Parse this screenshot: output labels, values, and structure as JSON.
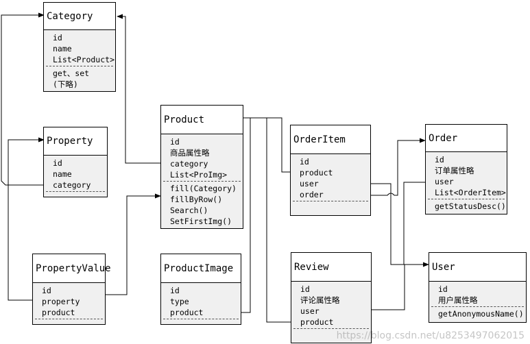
{
  "classes": {
    "category": {
      "name": "Category",
      "fields": [
        "id",
        "name",
        "List<Product>"
      ],
      "methods": [
        "get、set",
        "(下略)"
      ]
    },
    "property": {
      "name": "Property",
      "fields": [
        "id",
        "name",
        "category"
      ],
      "methods": []
    },
    "property_value": {
      "name": "PropertyValue",
      "fields": [
        "id",
        "property",
        "product"
      ],
      "methods": []
    },
    "product": {
      "name": "Product",
      "fields": [
        "id",
        "商品属性略",
        "category",
        "List<ProImg>"
      ],
      "methods": [
        "fill(Category)",
        "fillByRow()",
        "Search()",
        "SetFirstImg()"
      ]
    },
    "product_image": {
      "name": "ProductImage",
      "fields": [
        "id",
        "type",
        "product"
      ],
      "methods": []
    },
    "order_item": {
      "name": "OrderItem",
      "fields": [
        "id",
        "product",
        "user",
        "order"
      ],
      "methods": []
    },
    "review": {
      "name": "Review",
      "fields": [
        "id",
        "评论属性略",
        "user",
        "product"
      ],
      "methods": []
    },
    "order": {
      "name": "Order",
      "fields": [
        "id",
        "订单属性略",
        "user",
        "List<OrderItem>"
      ],
      "methods": [
        "getStatusDesc()"
      ]
    },
    "user": {
      "name": "User",
      "fields": [
        "id",
        "用户属性略"
      ],
      "methods": [
        "getAnonymousName()"
      ]
    }
  },
  "watermark": "https://blog.csdn.net/u8253497062015",
  "colors": {
    "line": "#000000",
    "box_fill": "#f0f0f0",
    "header_fill": "#ffffff"
  }
}
